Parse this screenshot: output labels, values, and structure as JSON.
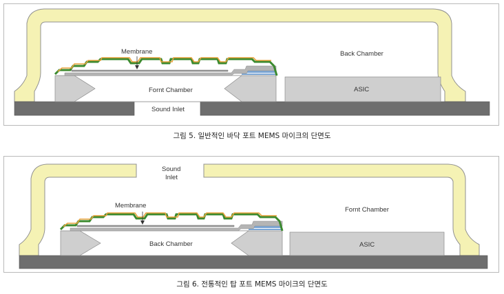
{
  "figure5": {
    "labels": {
      "membrane": "Membrane",
      "back_chamber": "Back Chamber",
      "front_chamber": "Fornt Chamber",
      "asic": "ASIC",
      "sound_inlet": "Sound Inlet"
    },
    "caption": "그림 5. 일반적인 바닥 포트 MEMS 마이크의 단면도"
  },
  "figure6": {
    "labels": {
      "membrane": "Membrane",
      "front_chamber": "Fornt Chamber",
      "back_chamber": "Back Chamber",
      "asic": "ASIC",
      "sound_line1": "Sound",
      "sound_line2": "Inlet"
    },
    "caption": "그림 6. 전통적인 탑 포트 MEMS 마이크의 단면도"
  },
  "colors": {
    "lid": "#f5f2b4",
    "lid_stroke": "#909090",
    "substrate": "#6e6e6e",
    "die": "#cfcfcf",
    "green_layer": "#3c8a2e",
    "orange_layer": "#e8a23c",
    "blue_layer": "#7aa6d6"
  }
}
